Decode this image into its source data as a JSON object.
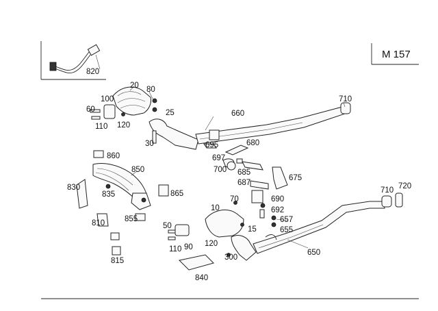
{
  "model_code": "M 157",
  "callouts": {
    "c820": "820",
    "c20": "20",
    "c80": "80",
    "c100": "100",
    "c60": "60",
    "c25": "25",
    "c110a": "110",
    "c120a": "120",
    "c30a": "30",
    "c660": "660",
    "c710a": "710",
    "c695": "695",
    "c680": "680",
    "c697": "697",
    "c700": "700",
    "c685": "685",
    "c687": "687",
    "c675": "675",
    "c860": "860",
    "c850": "850",
    "c830": "830",
    "c835": "835",
    "c865": "865",
    "c810": "810",
    "c855": "855",
    "c815": "815",
    "c70": "70",
    "c10": "10",
    "c690": "690",
    "c692": "692",
    "c657": "657",
    "c655": "655",
    "c15": "15",
    "c50": "50",
    "c110b": "110",
    "c90": "90",
    "c120b": "120",
    "c300": "300",
    "c650": "650",
    "c710b": "710",
    "c720": "720",
    "c840": "840"
  }
}
